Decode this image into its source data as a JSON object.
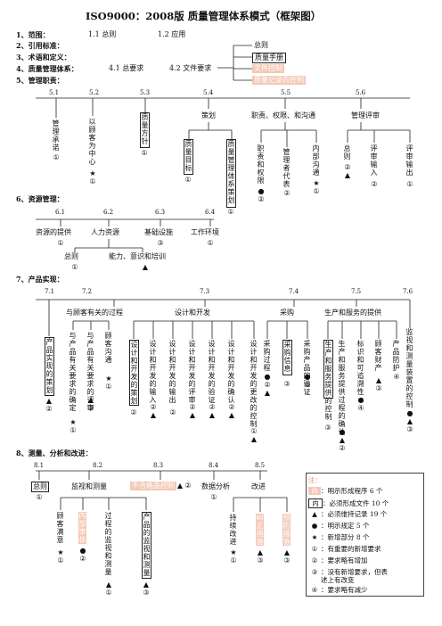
{
  "title": "ISO9000：2008版    质量管理体系模式（框架图）",
  "s1": {
    "label": "1、范围：",
    "a": "1.1 总则",
    "b": "1.2 应用"
  },
  "s2": {
    "label": "2、引用标准："
  },
  "s3": {
    "label": "3、术语和定义："
  },
  "s4": {
    "label": "4、质量管理体系：",
    "a": "4.1 总要求",
    "b": "4.2 文件要求"
  },
  "s5": {
    "label": "5、管理职责："
  },
  "docs": [
    "总则",
    "质量手册",
    "文件控制",
    "质量记录的控制"
  ],
  "s5n": [
    "5.1",
    "5.2",
    "5.3",
    "5.4",
    "5.5",
    "5.6"
  ],
  "s5items": {
    "a": "管理承诺",
    "b": "以顾客为中心",
    "c": "质量方针",
    "d": "策划",
    "e": "质量目标",
    "f": "质量管理体系策划",
    "g": "职责、权限、和沟通",
    "h": "职责和权限",
    "i": "管理者代表",
    "j": "内部沟通",
    "k": "管理评审",
    "l": "总则",
    "m": "评审输入",
    "n": "评审输出"
  },
  "s6": {
    "label": "6、资源管理：",
    "n": [
      "6.1",
      "6.2",
      "6.3",
      "6.4"
    ],
    "a": "资源的提供",
    "b": "人力资源",
    "c": "基础设施",
    "d": "工作环境",
    "e": "总则",
    "f": "能力、意识和培训"
  },
  "s7": {
    "label": "7、产品实现：",
    "n": [
      "7.1",
      "7.2",
      "7.3",
      "7.4",
      "7.5",
      "7.6"
    ],
    "g1": "与顾客有关的过程",
    "g2": "设计和开发",
    "g3": "采购",
    "g4": "生产和服务的提供",
    "v": [
      "产品实现的策划",
      "与产品有关要求的确定",
      "与产品有关要求的评审",
      "顾客沟通",
      "设计和开发的策划",
      "设计和开发的输入",
      "设计和开发的输出",
      "设计和开发的评审",
      "设计和开发的验证",
      "设计和开发的确认",
      "设计和开发的更改的控制",
      "采购过程",
      "采购信息",
      "采购产品的验证",
      "生产和服务提供的控制",
      "生产和服务提供过程的确认",
      "标识和可追溯性",
      "顾客财产",
      "产品防护",
      "监视和测量装置的控制"
    ]
  },
  "s8": {
    "label": "8、测量、分析和改进：",
    "n": [
      "8.1",
      "8.2",
      "8.3",
      "8.4",
      "8.5"
    ],
    "a": "总则",
    "b": "监视和测量",
    "c": "不合格品控制",
    "d": "数据分析",
    "e": "改进",
    "v": [
      "顾客满意",
      "内部审核",
      "过程的监视和测量",
      "产品的监视和测量",
      "持续改进",
      "纠正措施",
      "预防措施"
    ]
  },
  "marks": {
    "circle1": "①",
    "circle2": "②",
    "circle3": "③",
    "circle4": "④",
    "star": "★",
    "tri": "▲",
    "dot": "●"
  },
  "legend": {
    "title": "注：",
    "rows": [
      "：明示形成程序 6 个",
      "：必须形成文件 10 个",
      "：必须维持记录 19 个",
      "：明示规定 5 个",
      "：新增部分 8 个",
      "：有重要的新增要求",
      "：要求略有增加",
      "：没有新增要求，但表",
      "述上有改变",
      "：要求略有减少"
    ],
    "pinkbox": "内",
    "box": "内"
  },
  "colors": {
    "pink": "#f4c8b6",
    "pinkText": "#e59070"
  }
}
